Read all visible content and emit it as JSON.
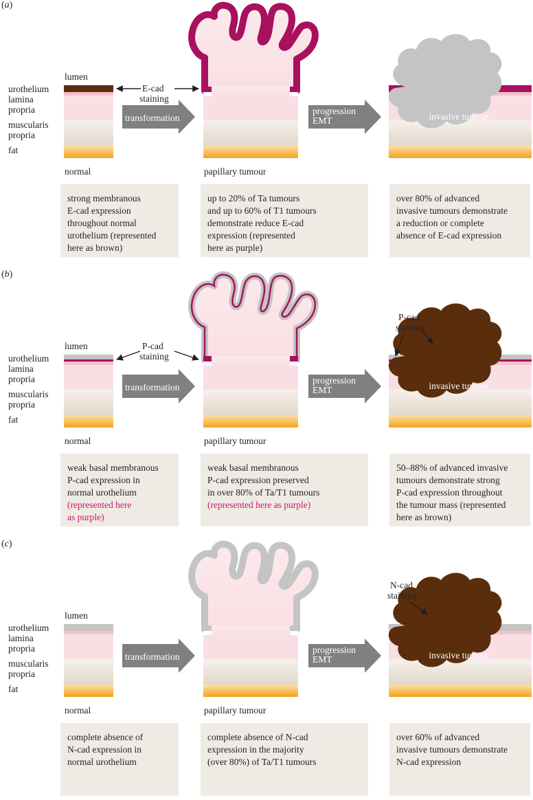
{
  "colors": {
    "brown": "#5a2e0c",
    "purple": "#a8115e",
    "grey": "#c4c4c4",
    "pink_light": "#f9dfe4",
    "pink_mid": "#f2c2cb",
    "beige": "#ebe3d9",
    "orange": "#f4a21d",
    "arrow_grey": "#808080",
    "label_pink": "#c8157a",
    "box_bg": "#efebe4"
  },
  "layers": {
    "lumen": "lumen",
    "urothelium": "urothelium",
    "lamina": "lamina",
    "propria1": "propria",
    "muscularis": "muscularis",
    "propria2": "propria",
    "fat": "fat"
  },
  "stages": {
    "normal": "normal",
    "papillary": "papillary tumour",
    "transformation": "transformation",
    "progression": "progression",
    "emt": "EMT",
    "invasive": "invasive tumour"
  },
  "panels": [
    {
      "label": "a",
      "stain_1": "E-cad",
      "stain_2": "staining",
      "box1": [
        "strong membranous",
        "E-cad expression",
        "throughout normal",
        "urothelium (represented",
        "here as brown)"
      ],
      "box2": [
        "up to 20% of Ta tumours",
        "and up to 60% of T1 tumours",
        "demonstrate reduce E-cad",
        "expression (represented",
        "here as purple)"
      ],
      "box3": [
        "over 80% of advanced",
        "invasive tumours demonstrate",
        "a reduction or complete",
        "absence of E-cad expression"
      ]
    },
    {
      "label": "b",
      "stain_1": "P-cad",
      "stain_2": "staining",
      "stain3_1": "P-cad",
      "stain3_2": "staining",
      "box1": [
        "weak basal membranous",
        "P-cad expression in",
        "normal urothelium"
      ],
      "box1_pink": [
        "(represented here",
        "as purple)"
      ],
      "box2": [
        "weak basal membranous",
        "P-cad expression preserved",
        "in over 80% of Ta/T1 tumours"
      ],
      "box2_pink": [
        "(represented here as purple)"
      ],
      "box3": [
        "50–88% of advanced invasive",
        "tumours demonstrate strong",
        "P-cad expression throughout",
        "the tumour mass (represented",
        "here as brown)"
      ]
    },
    {
      "label": "c",
      "stain3_1": "N-cad",
      "stain3_2": "staining",
      "box1": [
        "complete absence of",
        "N-cad expression in",
        "normal urothelium"
      ],
      "box2": [
        "complete absence of N-cad",
        "expression in the majority",
        "(over 80%) of Ta/T1 tumours"
      ],
      "box3": [
        "over 60% of advanced",
        "invasive tumours demonstrate",
        "N-cad expression"
      ]
    }
  ]
}
